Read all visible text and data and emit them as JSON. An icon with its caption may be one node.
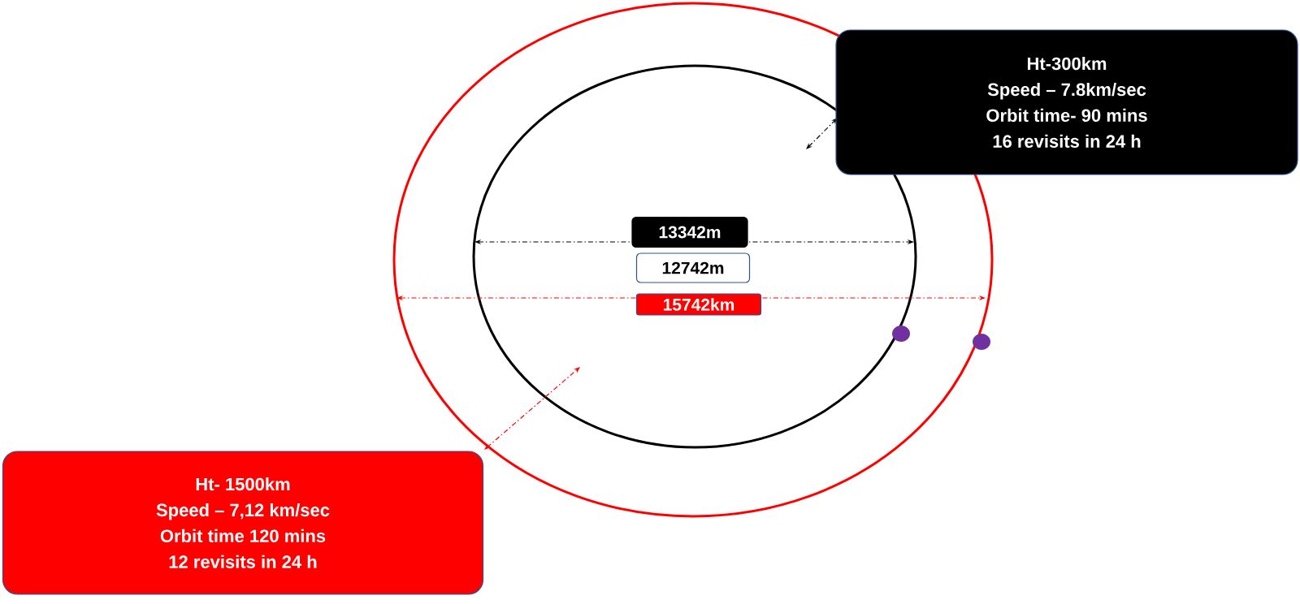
{
  "diagram": {
    "nodes": [
      {
        "text": [
          "Ht-300km",
          "Speed – 7.8km/sec",
          "Orbit time- 90 mins",
          "16 revisits in 24 h"
        ]
      },
      {
        "text": [
          "13342m"
        ]
      },
      {
        "text": [
          "12742m"
        ]
      },
      {
        "text": [
          "15742km"
        ]
      },
      {
        "text": [
          "Ht- 1500km",
          "Speed – 7,12 km/sec",
          "Orbit time 120 mins",
          "12 revisits in 24 h"
        ]
      }
    ]
  }
}
